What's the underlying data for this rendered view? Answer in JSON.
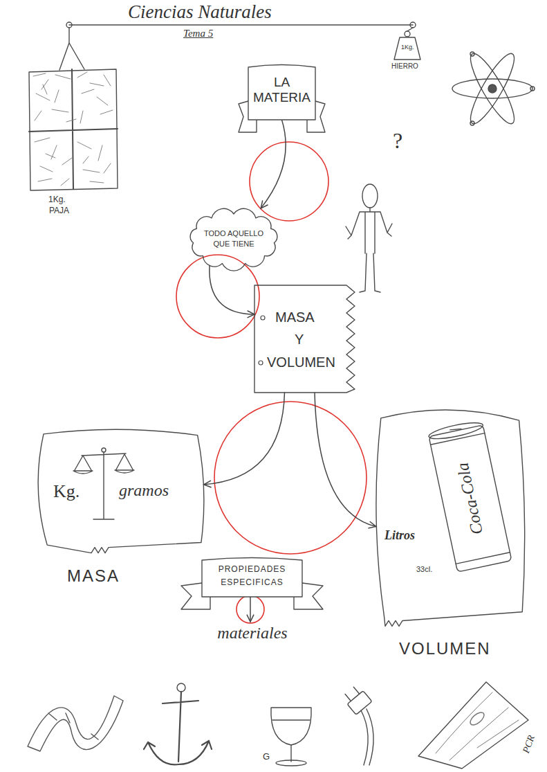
{
  "diagram": {
    "title": "Ciencias Naturales",
    "nodes": [
      {
        "text": [
          "LA MATERIA"
        ]
      },
      {
        "text": [
          "TODO AQUELLO QUE TIENE"
        ]
      },
      {
        "text": [
          "MASA",
          "Y",
          "VOLUMEN"
        ]
      },
      {
        "text": [
          "Kg.",
          "gramos",
          "MASA"
        ]
      },
      {
        "text": [
          "Litros",
          "33cl.",
          "VOLUMEN"
        ]
      },
      {
        "text": [
          "PROPIEDADES ESPECIFICAS"
        ]
      },
      {
        "text": [
          "materiales"
        ]
      }
    ],
    "edges": [
      {
        "from": 0,
        "to": 1,
        "arrow": "to"
      },
      {
        "from": 1,
        "to": 2,
        "arrow": "to"
      },
      {
        "from": 2,
        "to": 3,
        "arrow": "to"
      },
      {
        "from": 2,
        "to": 4,
        "arrow": "to"
      },
      {
        "from": 5,
        "to": 6,
        "arrow": "to"
      }
    ],
    "labels": [
      "Tema 5",
      "1Kg.",
      "PAJA",
      "1Kg.",
      "HIERRO",
      "?",
      "Coca-Cola",
      "G",
      "PCR"
    ]
  }
}
